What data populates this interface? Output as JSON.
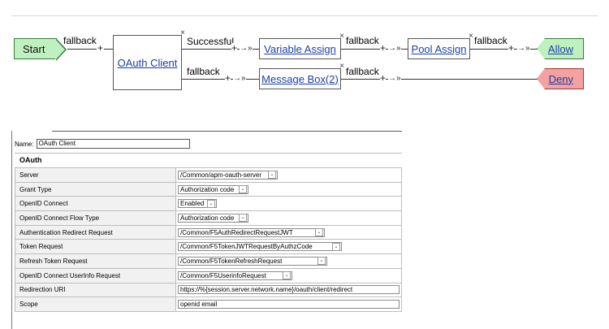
{
  "flow": {
    "start_label": "Start",
    "nodes": {
      "oauth_client": "OAuth Client",
      "variable_assign": "Variable Assign",
      "pool_assign": "Pool Assign",
      "message_box": "Message Box(2)"
    },
    "terminals": {
      "allow": "Allow",
      "deny": "Deny"
    },
    "branches": {
      "fallback": "fallback",
      "successful": "Successful"
    },
    "glyphs": {
      "add": "+",
      "arrow": "→»",
      "close": "×"
    },
    "colors": {
      "allow": "#bff0bf",
      "deny": "#f5a1a1",
      "start": "#bff0bf"
    }
  },
  "panel": {
    "name_label": "Name:",
    "name_value": "OAuth Client",
    "section_title": "OAuth",
    "rows": [
      {
        "key": "Server",
        "value": "/Common/apm-oauth-server",
        "kind": "select"
      },
      {
        "key": "Grant Type",
        "value": "Authorization code",
        "kind": "select"
      },
      {
        "key": "OpenID Connect",
        "value": "Enabled",
        "kind": "select"
      },
      {
        "key": "OpenID Connect Flow Type",
        "value": "Authorization code",
        "kind": "select"
      },
      {
        "key": "Authentication Redirect Request",
        "value": "/Common/F5AuthRedirectRequestJWT",
        "kind": "select"
      },
      {
        "key": "Token Request",
        "value": "/Common/F5TokenJWTRequestByAuthzCode",
        "kind": "select"
      },
      {
        "key": "Refresh Token Request",
        "value": "/Common/F5TokenRefreshRequest",
        "kind": "select"
      },
      {
        "key": "OpenID Connect UserInfo Request",
        "value": "/Common/F5UserinfoRequest",
        "kind": "select"
      },
      {
        "key": "Redirection URI",
        "value": "https://%{session.server.network.name}/oauth/client/redirect",
        "kind": "text"
      },
      {
        "key": "Scope",
        "value": "openid email",
        "kind": "text"
      }
    ]
  }
}
